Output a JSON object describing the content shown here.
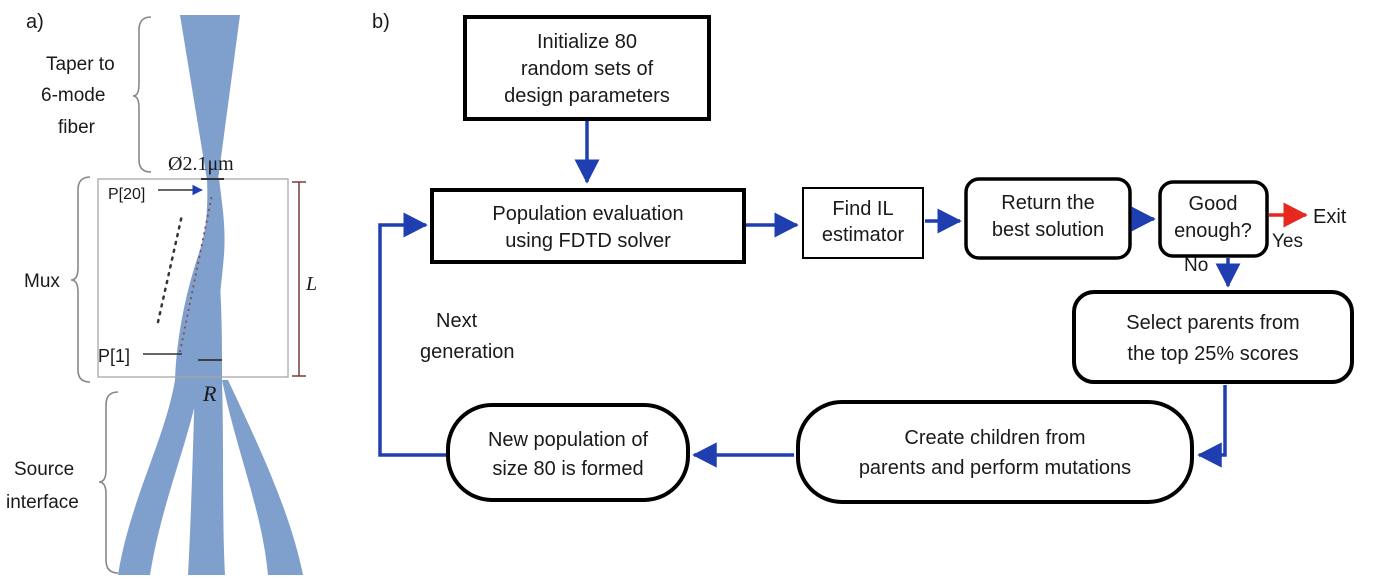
{
  "panel_a": {
    "label": "a)",
    "regions": {
      "taper": [
        "Taper to",
        "6-mode",
        "fiber"
      ],
      "mux": "Mux",
      "source": [
        "Source",
        "interface"
      ]
    },
    "diameter_label": "Ø2.1μm",
    "p_top": "P[20]",
    "p_bottom": "P[1]",
    "length_label": "L",
    "spacing_label": "R"
  },
  "panel_b": {
    "label": "b)",
    "boxes": {
      "init": [
        "Initialize 80",
        "random sets of",
        "design parameters"
      ],
      "evaluation": [
        "Population evaluation",
        "using FDTD solver"
      ],
      "find_il": [
        "Find IL",
        "estimator"
      ],
      "return_best": [
        "Return the",
        "best solution"
      ],
      "good_enough": [
        "Good",
        "enough?"
      ],
      "select_parents": [
        "Select parents from",
        "the top 25% scores"
      ],
      "children": [
        "Create children from",
        "parents and perform mutations"
      ],
      "new_population": [
        "New population of",
        "size 80 is formed"
      ]
    },
    "exit": "Exit",
    "yes": "Yes",
    "no": "No",
    "next_generation": [
      "Next",
      "generation"
    ]
  },
  "colors": {
    "waveguide": "#7f9fcc",
    "flow_arrow": "#1f3fb0",
    "exit_arrow": "#e8271f"
  }
}
